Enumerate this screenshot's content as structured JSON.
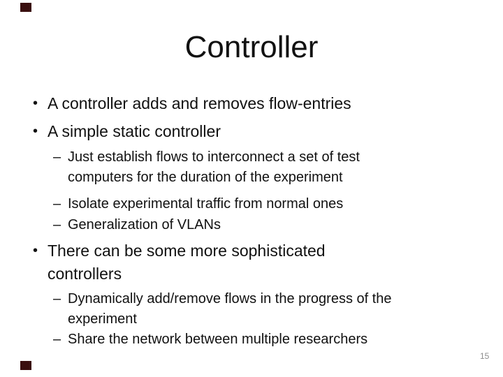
{
  "slide": {
    "title": "Controller",
    "page_number": "15",
    "markers": {
      "level1": "•",
      "level2": "–"
    },
    "decoration": {
      "corner_color": "#3A0F0F"
    },
    "content": [
      {
        "level": 1,
        "text": "A controller adds and removes flow-entries",
        "lines": [
          "A controller adds and removes flow-entries"
        ]
      },
      {
        "level": 1,
        "text": "A simple static controller",
        "lines": [
          "A simple static controller"
        ]
      },
      {
        "level": 2,
        "text": "Just establish flows to interconnect a set of test computers for the duration of the experiment",
        "lines": [
          "Just establish flows to interconnect a set of test",
          "computers for the duration of the experiment"
        ]
      },
      {
        "level": 2,
        "text": "Isolate experimental traffic from normal ones",
        "lines": [
          "Isolate experimental traffic from normal ones"
        ]
      },
      {
        "level": 2,
        "text": "Generalization of VLANs",
        "lines": [
          "Generalization of VLANs"
        ]
      },
      {
        "level": 1,
        "text": "There can be some more sophisticated controllers",
        "lines": [
          "There can be some more sophisticated",
          "controllers"
        ]
      },
      {
        "level": 2,
        "text": "Dynamically add/remove flows in the progress of the experiment",
        "lines": [
          "Dynamically add/remove flows in the progress of the",
          "experiment"
        ]
      },
      {
        "level": 2,
        "text": "Share the network between multiple researchers",
        "lines": [
          "Share the network between multiple researchers"
        ]
      }
    ]
  }
}
